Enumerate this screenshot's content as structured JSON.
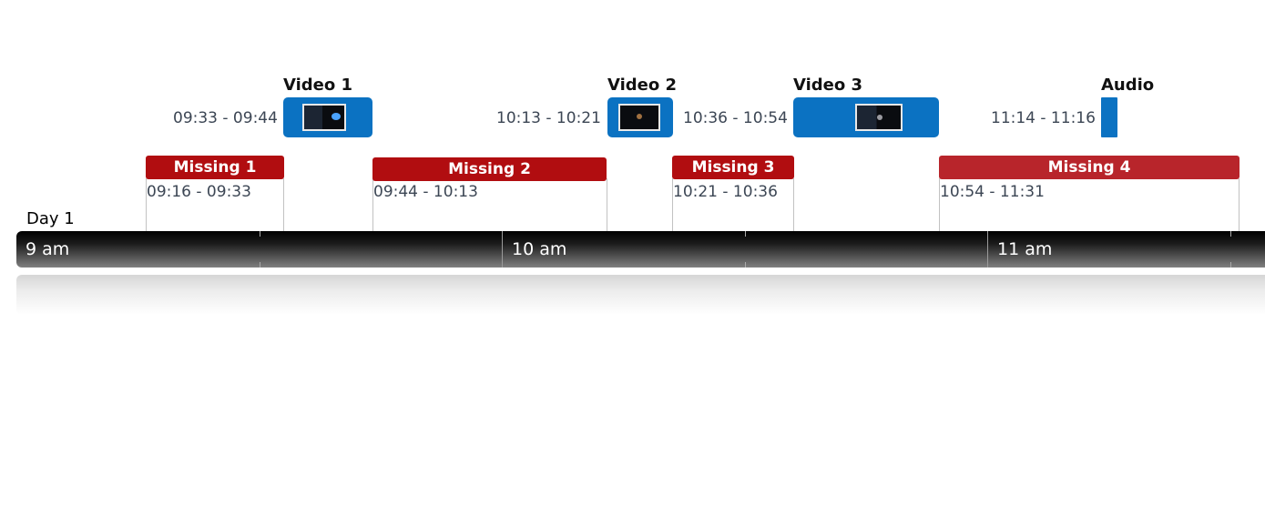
{
  "day_label": "Day 1",
  "hours": [
    {
      "label": "9 am"
    },
    {
      "label": "10 am"
    },
    {
      "label": "11 am"
    }
  ],
  "media": [
    {
      "title": "Video 1",
      "range": "09:33 - 09:44",
      "type": "video",
      "thumb_icon": "video-thumbnail-icon"
    },
    {
      "title": "Video 2",
      "range": "10:13 - 10:21",
      "type": "video",
      "thumb_icon": "video-thumbnail-icon"
    },
    {
      "title": "Video 3",
      "range": "10:36 - 10:54",
      "type": "video",
      "thumb_icon": "video-thumbnail-icon"
    },
    {
      "title": "Audio",
      "range": "11:14 - 11:16",
      "type": "audio"
    }
  ],
  "missing": [
    {
      "label": "Missing 1",
      "range": "09:16 - 09:33"
    },
    {
      "label": "Missing 2",
      "range": "09:44 - 10:13"
    },
    {
      "label": "Missing 3",
      "range": "10:21 - 10:36"
    },
    {
      "label": "Missing 4",
      "range": "10:54 - 11:31"
    }
  ],
  "colors": {
    "media_bar": "#0b72c2",
    "missing": "#b10d10",
    "missing_alt": "#b8252b",
    "timeline_top": "#000000",
    "timeline_bottom": "#808080"
  }
}
